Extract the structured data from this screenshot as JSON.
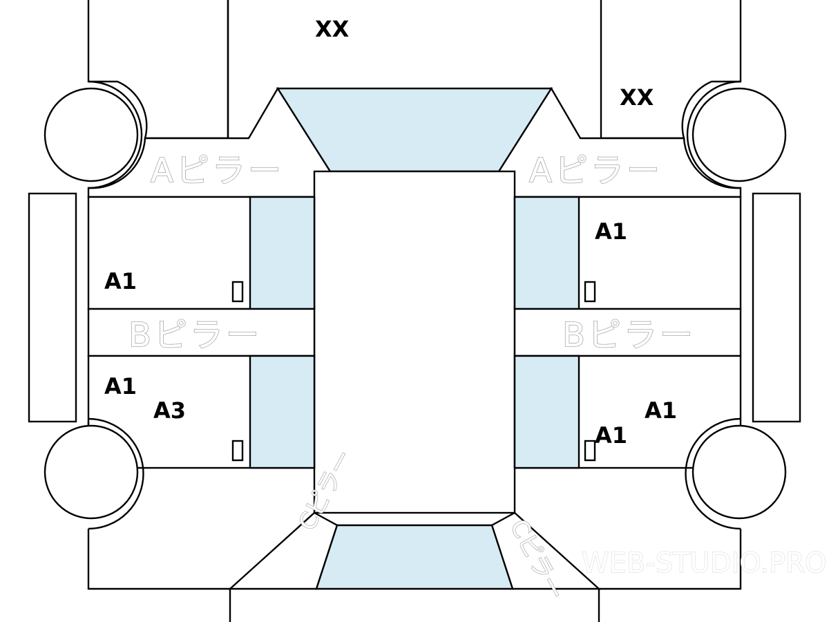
{
  "labels": {
    "front_center": "XX",
    "front_right": "XX",
    "front_left_door": "A1",
    "front_right_door": "A1",
    "rear_left_door_1": "A1",
    "rear_left_door_2": "A3",
    "rear_right_door_1": "A1",
    "rear_right_door_2": "A1"
  },
  "pillars": {
    "a_left": "Aピラー",
    "a_right": "Aピラー",
    "b_left": "Bピラー",
    "b_right": "Bピラー",
    "c_left": "Cピラー",
    "c_right": "Cピラー"
  },
  "watermark": "WEB-STUDIO.PRO",
  "colors": {
    "glass": "#d6ebf3",
    "outline": "#000000",
    "pillar_text": "#a9a9a9"
  }
}
